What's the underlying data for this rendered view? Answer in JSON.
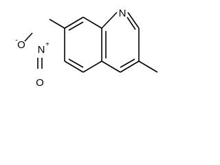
{
  "structure": {
    "atoms": {
      "ring_nitrogen": "N",
      "nitro_nitrogen": "N",
      "nitro_oxygen_top": "O",
      "nitro_oxygen_bottom": "O"
    },
    "charges": {
      "nitro_nitrogen": "+",
      "nitro_oxygen_top": "-"
    },
    "colors": {
      "ink": "#000000",
      "background": "#ffffff"
    }
  }
}
